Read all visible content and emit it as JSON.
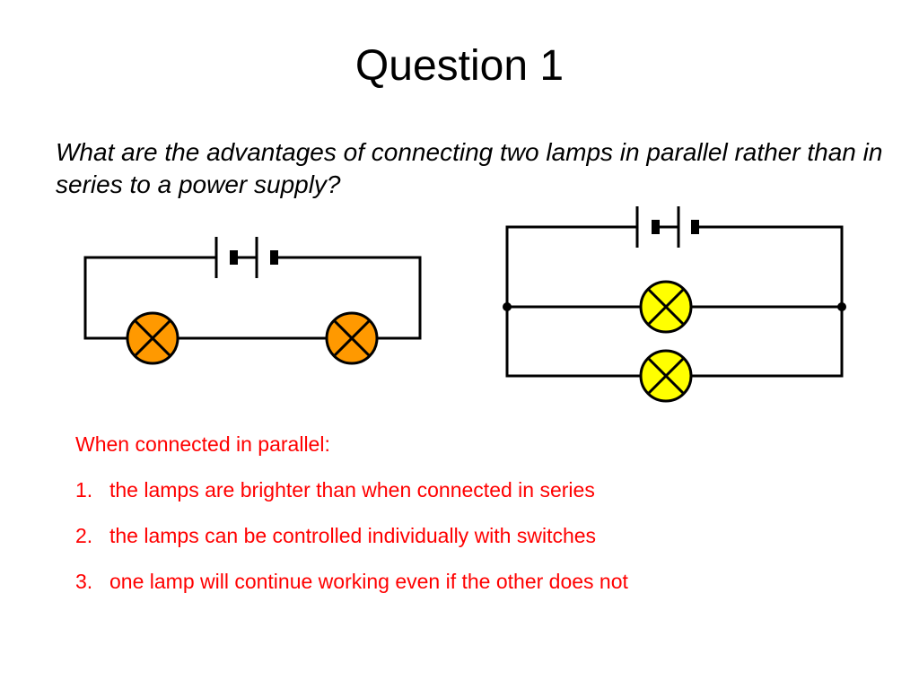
{
  "title": "Question 1",
  "question": "What are the advantages of connecting two lamps in parallel rather than in series to  a power supply?",
  "diagram": {
    "series_lamp_color": "#ff9900",
    "parallel_lamp_color": "#ffff00",
    "wire_color": "#000000"
  },
  "answer": {
    "intro": "When connected in parallel:",
    "items": [
      {
        "number": "1.",
        "text": "the lamps are brighter than when connected in series"
      },
      {
        "number": "2.",
        "text": "the lamps can be controlled individually with switches"
      },
      {
        "number": "3.",
        "text": "one lamp will continue working even if the other does not"
      }
    ],
    "color": "#ff0000"
  }
}
